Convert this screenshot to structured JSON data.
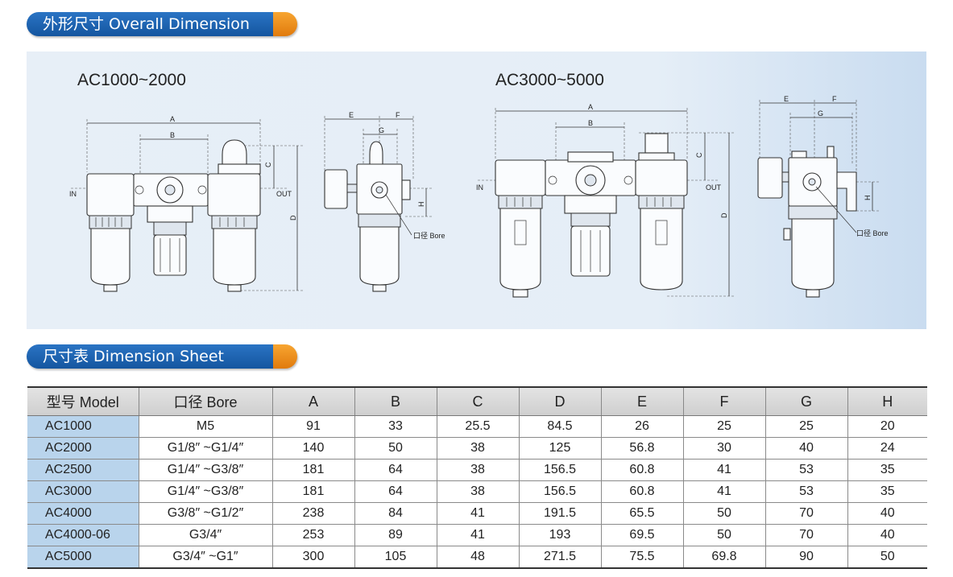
{
  "sections": {
    "overall_title": "外形尺寸 Overall Dimension",
    "sheet_title": "尺寸表 Dimension Sheet"
  },
  "drawings": {
    "left_title": "AC1000~2000",
    "right_title": "AC3000~5000",
    "labels": {
      "a": "A",
      "b": "B",
      "c": "C",
      "d": "D",
      "e": "E",
      "f": "F",
      "g": "G",
      "h": "H",
      "in": "IN",
      "out": "OUT",
      "bore": "口径 Bore"
    }
  },
  "table": {
    "headers": [
      "型号 Model",
      "口径 Bore",
      "A",
      "B",
      "C",
      "D",
      "E",
      "F",
      "G",
      "H"
    ],
    "rows": [
      [
        "AC1000",
        "M5",
        "91",
        "33",
        "25.5",
        "84.5",
        "26",
        "25",
        "25",
        "20"
      ],
      [
        "AC2000",
        "G1/8″ ~G1/4″",
        "140",
        "50",
        "38",
        "125",
        "56.8",
        "30",
        "40",
        "24"
      ],
      [
        "AC2500",
        "G1/4″ ~G3/8″",
        "181",
        "64",
        "38",
        "156.5",
        "60.8",
        "41",
        "53",
        "35"
      ],
      [
        "AC3000",
        "G1/4″ ~G3/8″",
        "181",
        "64",
        "38",
        "156.5",
        "60.8",
        "41",
        "53",
        "35"
      ],
      [
        "AC4000",
        "G3/8″ ~G1/2″",
        "238",
        "84",
        "41",
        "191.5",
        "65.5",
        "50",
        "70",
        "40"
      ],
      [
        "AC4000-06",
        "G3/4″",
        "253",
        "89",
        "41",
        "193",
        "69.5",
        "50",
        "70",
        "40"
      ],
      [
        "AC5000",
        "G3/4″ ~G1″",
        "300",
        "105",
        "48",
        "271.5",
        "75.5",
        "69.8",
        "90",
        "50"
      ]
    ]
  },
  "colors": {
    "banner_blue": "#1f66b5",
    "banner_orange": "#f29419",
    "model_cell": "#b9d4ec",
    "panel": "#e5eef7"
  }
}
